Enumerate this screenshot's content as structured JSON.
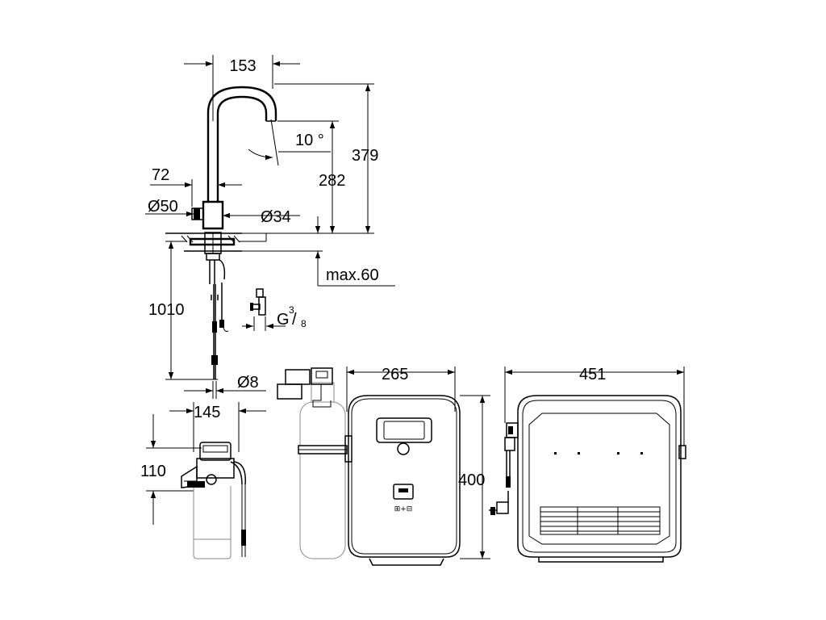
{
  "dimensions": {
    "spout_reach": "153",
    "spout_angle": "10 °",
    "total_height": "379",
    "spout_height": "282",
    "offset": "72",
    "base_diameter": "Ø50",
    "shank_diameter": "Ø34",
    "max_thickness": "max.60",
    "hose_length": "1010",
    "connection_thread_prefix": "G",
    "connection_thread_num": "3",
    "connection_thread_den": "8",
    "hose_diameter": "Ø8",
    "filter_width": "145",
    "filter_height": "110",
    "chiller_depth": "265",
    "chiller_height": "400",
    "chiller_width": "451"
  },
  "chiller_panel": {
    "button_caption": "⊞+⊟"
  }
}
